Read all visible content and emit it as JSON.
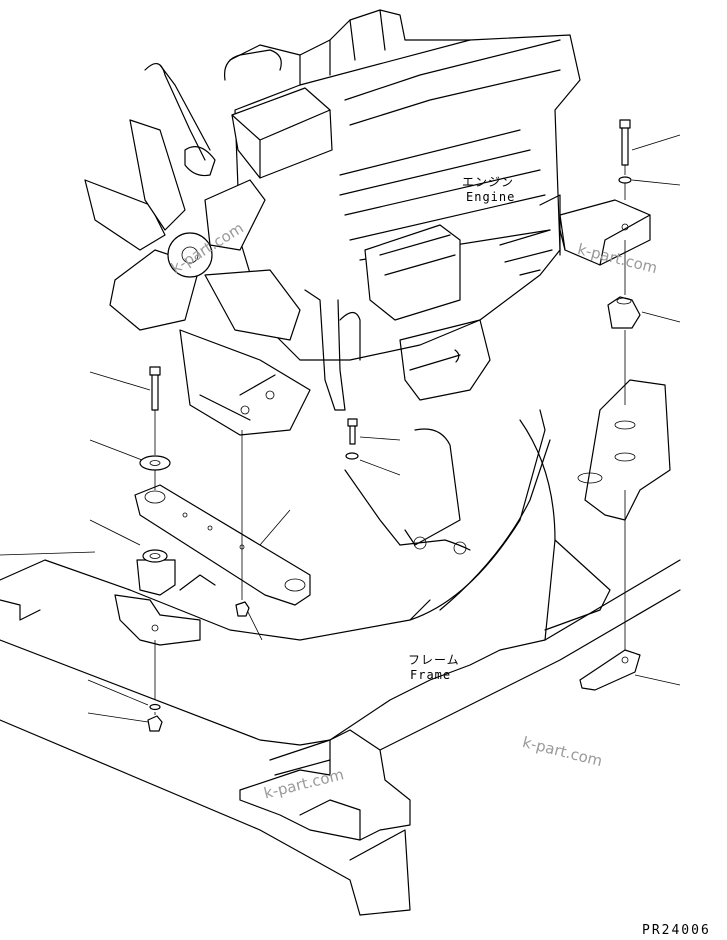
{
  "labels": {
    "engine_jp": "エンジン",
    "engine_en": "Engine",
    "frame_jp": "フレーム",
    "frame_en": "Frame"
  },
  "watermarks": [
    "k-part.com",
    "k-part.com",
    "k-part.com",
    "k-part.com"
  ],
  "figure_id": "PR24006"
}
